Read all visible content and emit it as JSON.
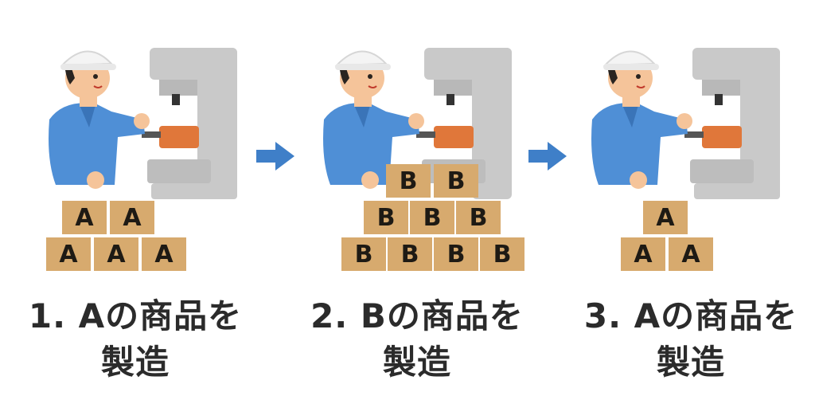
{
  "steps": [
    {
      "caption_line1": "1. Aの商品を",
      "caption_line2": "製造",
      "box_letter": "A",
      "box_rows": [
        2,
        3
      ]
    },
    {
      "caption_line1": "2. Bの商品を",
      "caption_line2": "製造",
      "box_letter": "B",
      "box_rows": [
        2,
        3,
        4
      ]
    },
    {
      "caption_line1": "3. Aの商品を",
      "caption_line2": "製造",
      "box_letter": "A",
      "box_rows": [
        1,
        2
      ]
    }
  ],
  "colors": {
    "uniform": "#4f8fd6",
    "uniform_dark": "#3a74b8",
    "helmet": "#f4f4f4",
    "skin": "#f5c49a",
    "hair": "#2a2420",
    "machine": "#c9c9c9",
    "machine_dark": "#a9a9a9",
    "workpiece": "#e0773a",
    "box": "#d7aa6e",
    "arrow": "#3f7fc8"
  },
  "icons": {
    "arrow": "arrow-right-icon"
  }
}
